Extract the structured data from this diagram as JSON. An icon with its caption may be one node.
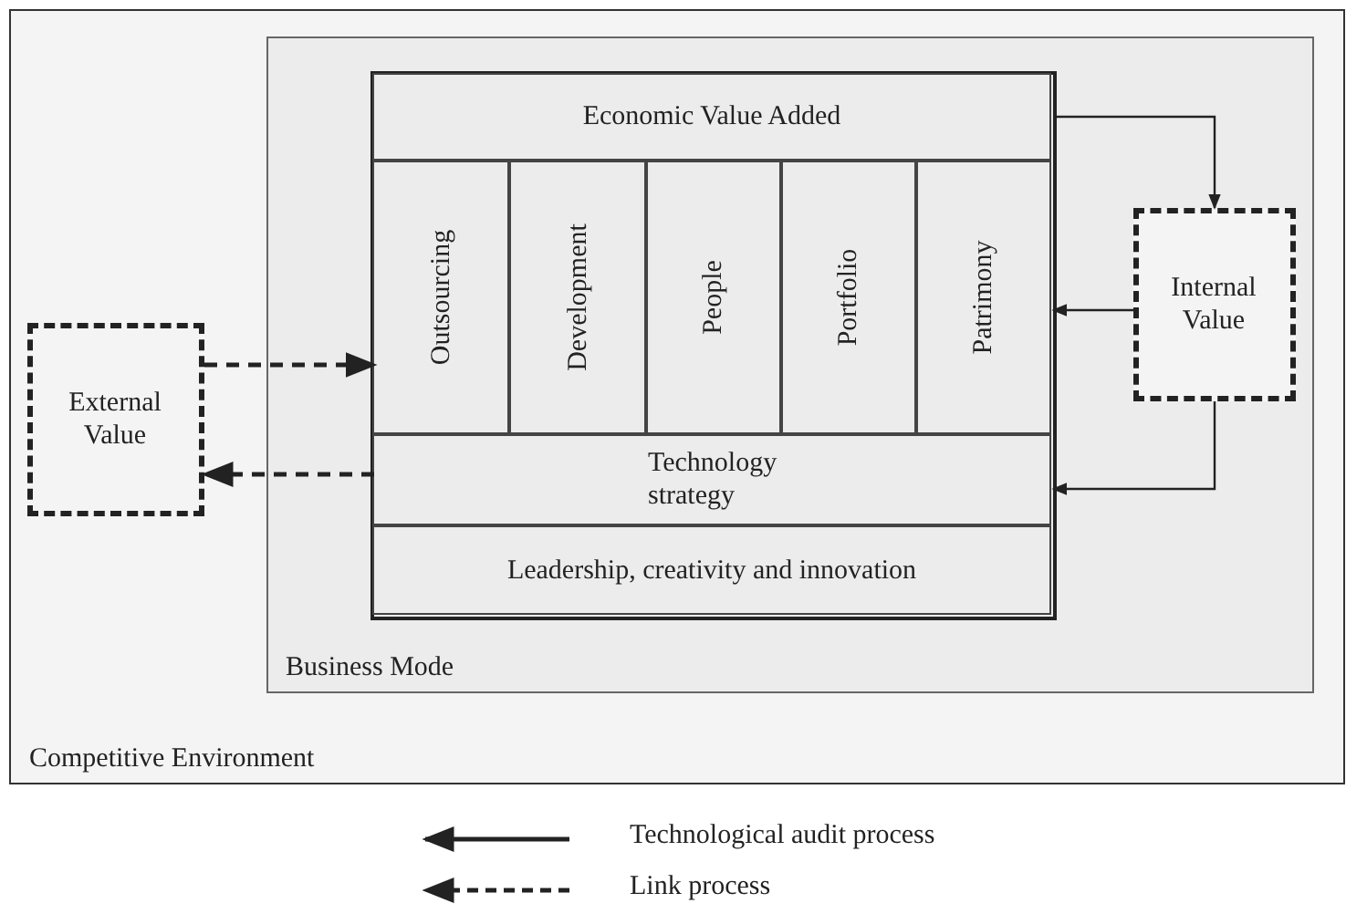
{
  "diagram": {
    "nodes": [
      {
        "text": [
          "Competitive Environment"
        ]
      },
      {
        "text": [
          "Business Mode"
        ],
        "in": 0
      },
      {
        "text": [],
        "shape": "box",
        "in": 1
      },
      {
        "text": [
          "Economic Value Added"
        ],
        "in": 2
      },
      {
        "text": [
          "Outsourcing"
        ],
        "in": 2
      },
      {
        "text": [
          "Development"
        ],
        "in": 2
      },
      {
        "text": [
          "People"
        ],
        "in": 2
      },
      {
        "text": [
          "Portfolio"
        ],
        "in": 2
      },
      {
        "text": [
          "Patrimony"
        ],
        "in": 2
      },
      {
        "text": [
          "Technology strategy"
        ],
        "in": 2
      },
      {
        "text": [
          "Leadership, creativity and innovation"
        ],
        "in": 2
      },
      {
        "text": [
          "External Value"
        ],
        "in": 0
      },
      {
        "text": [
          "Internal Value"
        ],
        "in": 1
      }
    ],
    "edges": [
      {
        "from": 11,
        "to": 4,
        "arrow": "to",
        "style": "dashed"
      },
      {
        "from": 9,
        "to": 11,
        "arrow": "to",
        "style": "dashed"
      },
      {
        "from": 3,
        "to": 12,
        "arrow": "to"
      },
      {
        "from": 12,
        "to": 8,
        "arrow": "to"
      },
      {
        "from": 12,
        "to": 9,
        "arrow": "to"
      }
    ],
    "legend": [
      {
        "text": "Technological audit process"
      },
      {
        "text": "Link process"
      }
    ]
  }
}
